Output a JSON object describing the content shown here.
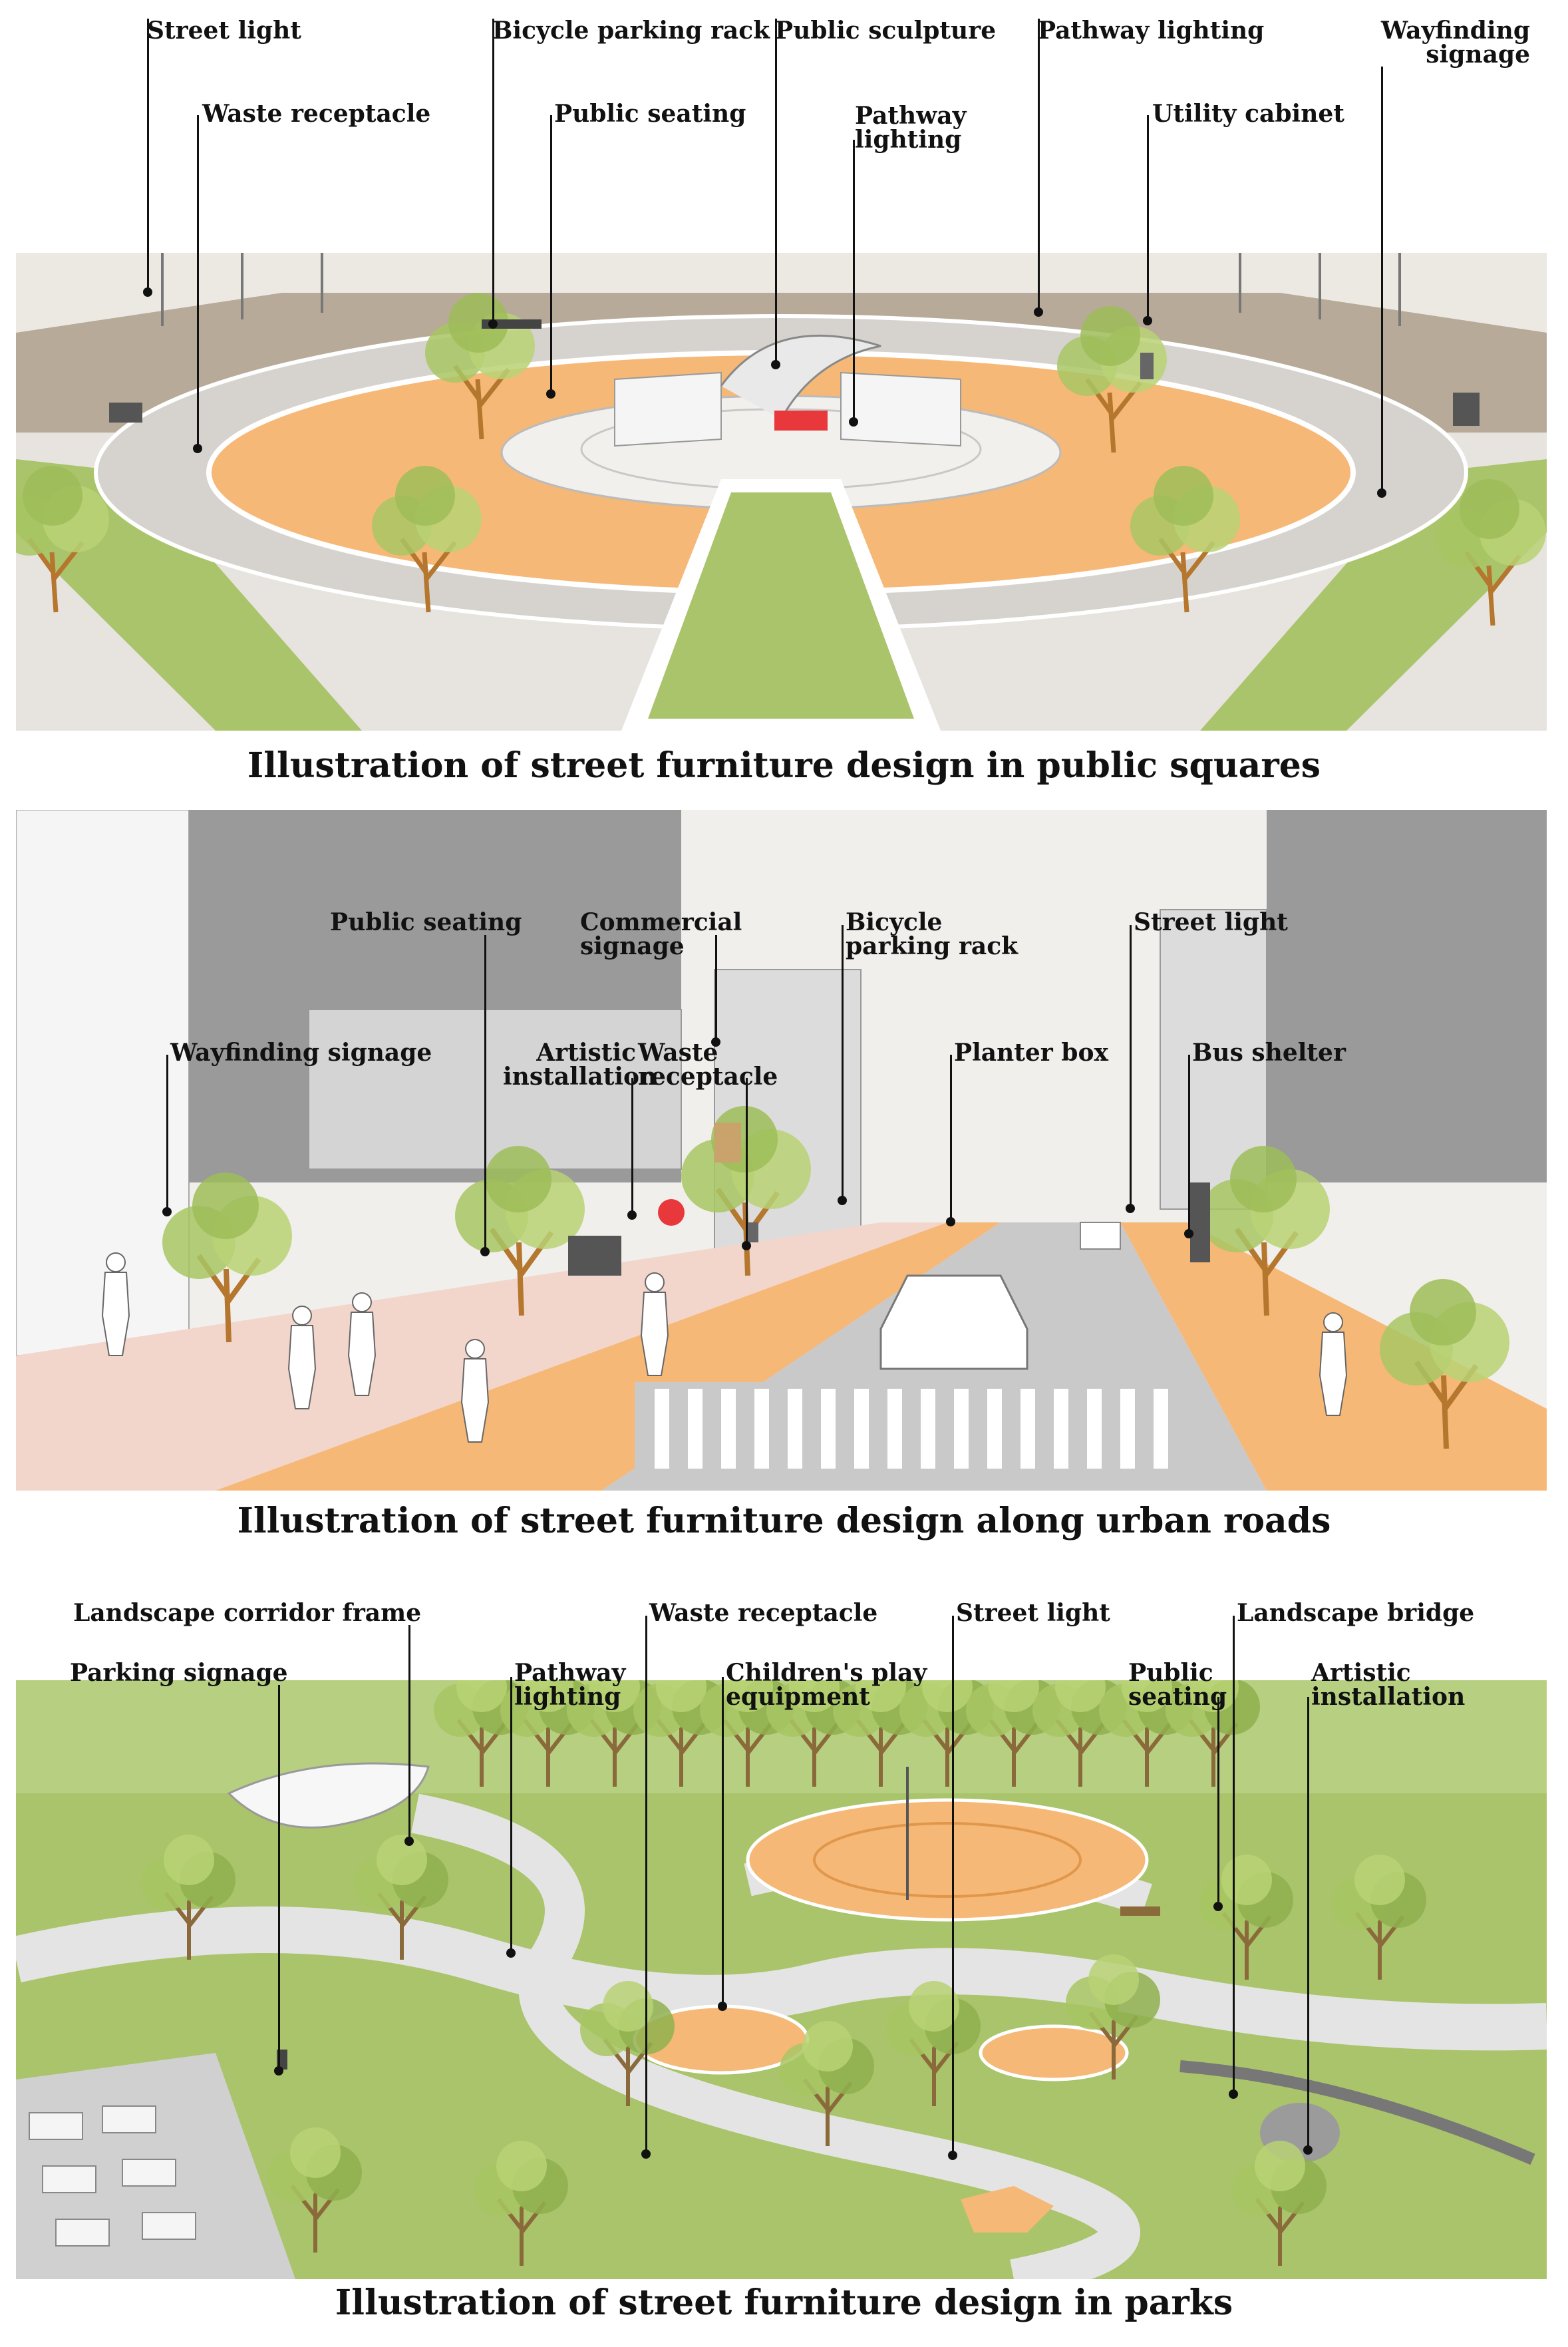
{
  "panels": [
    {
      "caption": "Illustration of street furniture design in public squares",
      "labels": {
        "street_light": "Street light",
        "waste_receptacle": "Waste receptacle",
        "bicycle_parking_rack": "Bicycle parking rack",
        "public_seating": "Public seating",
        "public_sculpture": "Public sculpture",
        "pathway_lighting_1": "Pathway\nlighting",
        "pathway_lighting_2": "Pathway lighting",
        "utility_cabinet": "Utility cabinet",
        "wayfinding_signage": "Wayfinding\nsignage"
      }
    },
    {
      "caption": "Illustration of street furniture design along urban roads",
      "labels": {
        "public_seating": "Public seating",
        "wayfinding_signage": "Wayfinding signage",
        "commercial_signage": "Commercial\nsignage",
        "artistic_installation": "Artistic\ninstallation",
        "waste_receptacle": "Waste\nreceptacle",
        "bicycle_parking_rack": "Bicycle\nparking rack",
        "planter_box": "Planter box",
        "street_light": "Street light",
        "bus_shelter": "Bus shelter"
      }
    },
    {
      "caption": "Illustration of street furniture design in parks",
      "labels": {
        "landscape_corridor_frame": "Landscape corridor frame",
        "parking_signage": "Parking signage",
        "pathway_lighting": "Pathway\nlighting",
        "waste_receptacle": "Waste receptacle",
        "childrens_play_equipment": "Children's play\nequipment",
        "street_light": "Street light",
        "public_seating": "Public\nseating",
        "landscape_bridge": "Landscape bridge",
        "artistic_installation": "Artistic\ninstallation"
      }
    }
  ],
  "colors": {
    "orange_paving": "#f6b877",
    "lawn": "#a9c46a",
    "tree_green": "#a8c663",
    "trunk": "#b5762e",
    "road": "#c9c9c9",
    "building": "#9a9a9a",
    "pink_sidewalk": "#f2d6cc",
    "sculpture_red": "#e8383b",
    "ink": "#111111"
  }
}
